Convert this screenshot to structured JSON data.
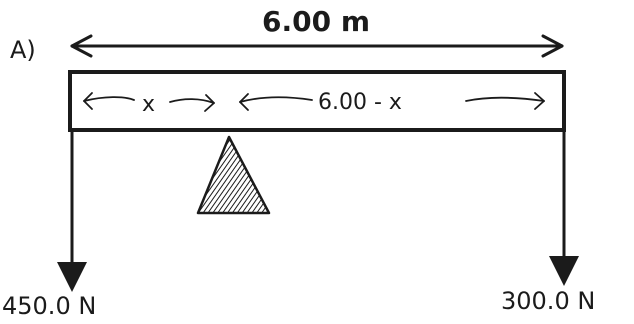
{
  "figure": {
    "part_label": "A)",
    "total_length_label": "6.00 m",
    "left_segment_label": "x",
    "right_segment_label": "6.00 - x",
    "left_force_label": "450.0 N",
    "right_force_label": "300.0 N"
  },
  "colors": {
    "ink": "#1b1b1b",
    "paper": "#ffffff"
  }
}
